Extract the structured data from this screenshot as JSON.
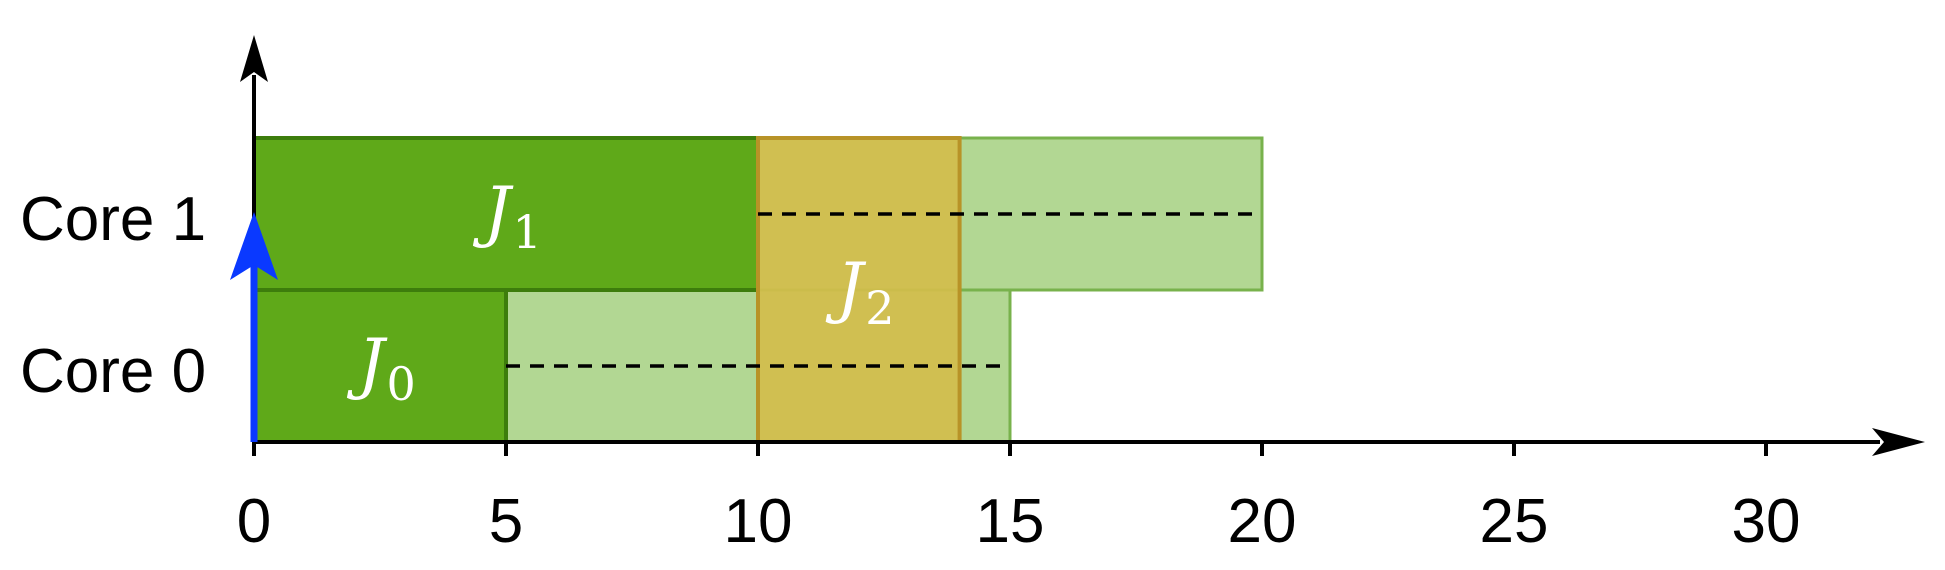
{
  "chart_data": {
    "type": "gantt",
    "lanes": [
      "Core 0",
      "Core 1"
    ],
    "x_ticks": [
      0,
      5,
      10,
      15,
      20,
      25,
      30
    ],
    "x_range": [
      0,
      33
    ],
    "jobs": [
      {
        "name": "J",
        "sub": "0",
        "lanes": [
          0
        ],
        "exec_start": 0,
        "exec_end": 5,
        "window_end": 15,
        "color": "#5fa919",
        "edge": "#3d7d0c",
        "window_color": "#b2d793",
        "window_edge": "#78b24c"
      },
      {
        "name": "J",
        "sub": "1",
        "lanes": [
          1
        ],
        "exec_start": 0,
        "exec_end": 10,
        "window_end": 20,
        "color": "#5fa919",
        "edge": "#3d7d0c",
        "window_color": "#b2d793",
        "window_edge": "#78b24c"
      },
      {
        "name": "J",
        "sub": "2",
        "lanes": [
          0,
          1
        ],
        "exec_start": 10,
        "exec_end": 14,
        "window_end": 14,
        "color": "#d2bd4b",
        "edge": "#b89327",
        "window_color": "#d2bd4b",
        "window_edge": "#b89327"
      }
    ],
    "arrival": {
      "x": 0,
      "lane": 1,
      "color": "#0a39ff"
    }
  }
}
